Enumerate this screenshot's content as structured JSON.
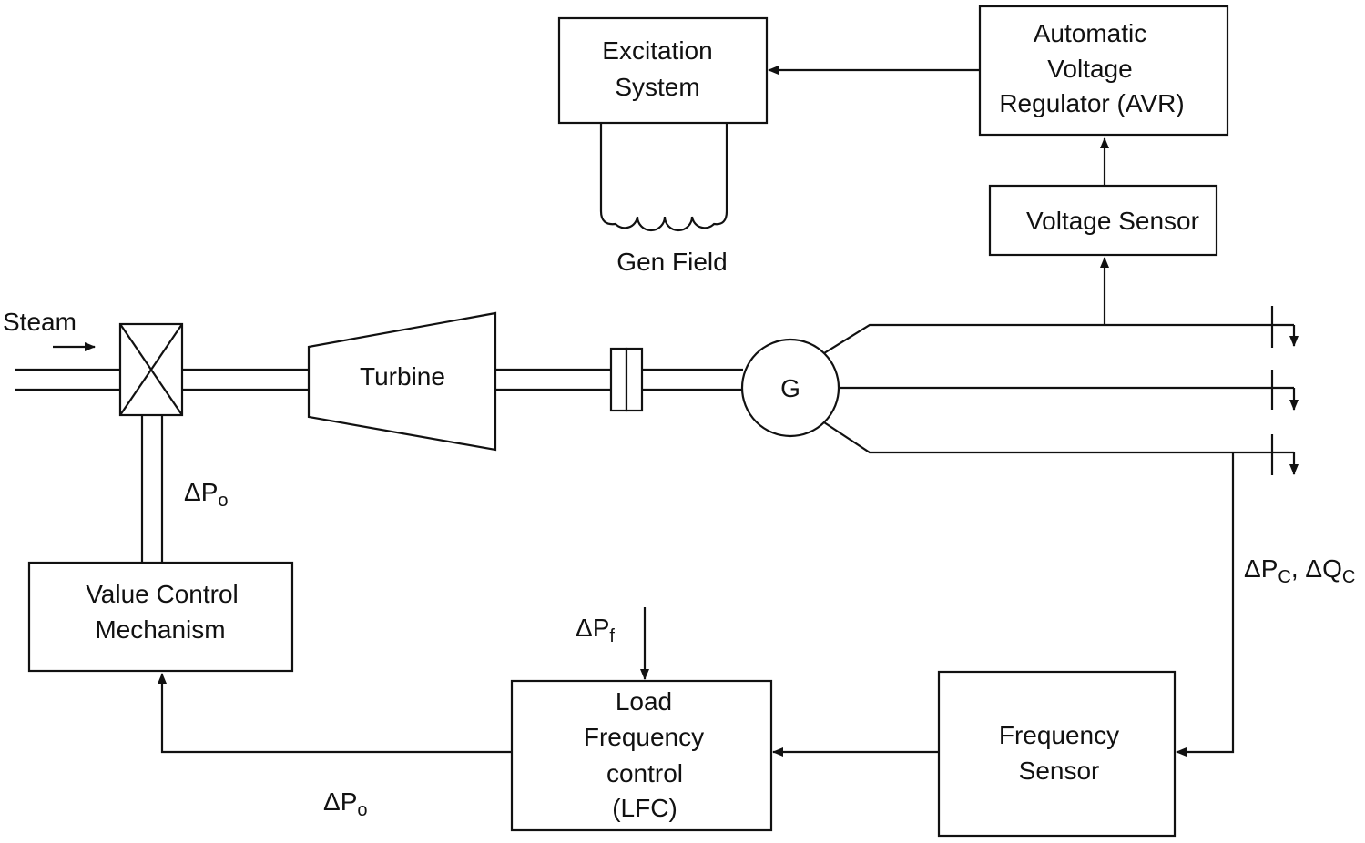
{
  "blocks": {
    "excitation": [
      "Excitation",
      "System"
    ],
    "avr": [
      "Automatic",
      "Voltage",
      "Regulator (AVR)"
    ],
    "voltage_sensor": "Voltage Sensor",
    "turbine": "Turbine",
    "generator": "G",
    "valve_control": [
      "Value Control",
      "Mechanism"
    ],
    "lfc": [
      "Load",
      "Frequency",
      "control",
      "(LFC)"
    ],
    "frequency_sensor": [
      "Frequency",
      "Sensor"
    ]
  },
  "labels": {
    "gen_field": "Gen Field",
    "steam": "Steam",
    "delta_po_upper": {
      "sym": "ΔP",
      "sub": "o"
    },
    "delta_po_lower": {
      "sym": "ΔP",
      "sub": "o"
    },
    "delta_pf": {
      "sym": "ΔP",
      "sub": "f"
    },
    "delta_pc": {
      "sym": "ΔP",
      "sub": "C"
    },
    "delta_qc": {
      "sym": "ΔQ",
      "sub": "C"
    },
    "separator": ", "
  }
}
